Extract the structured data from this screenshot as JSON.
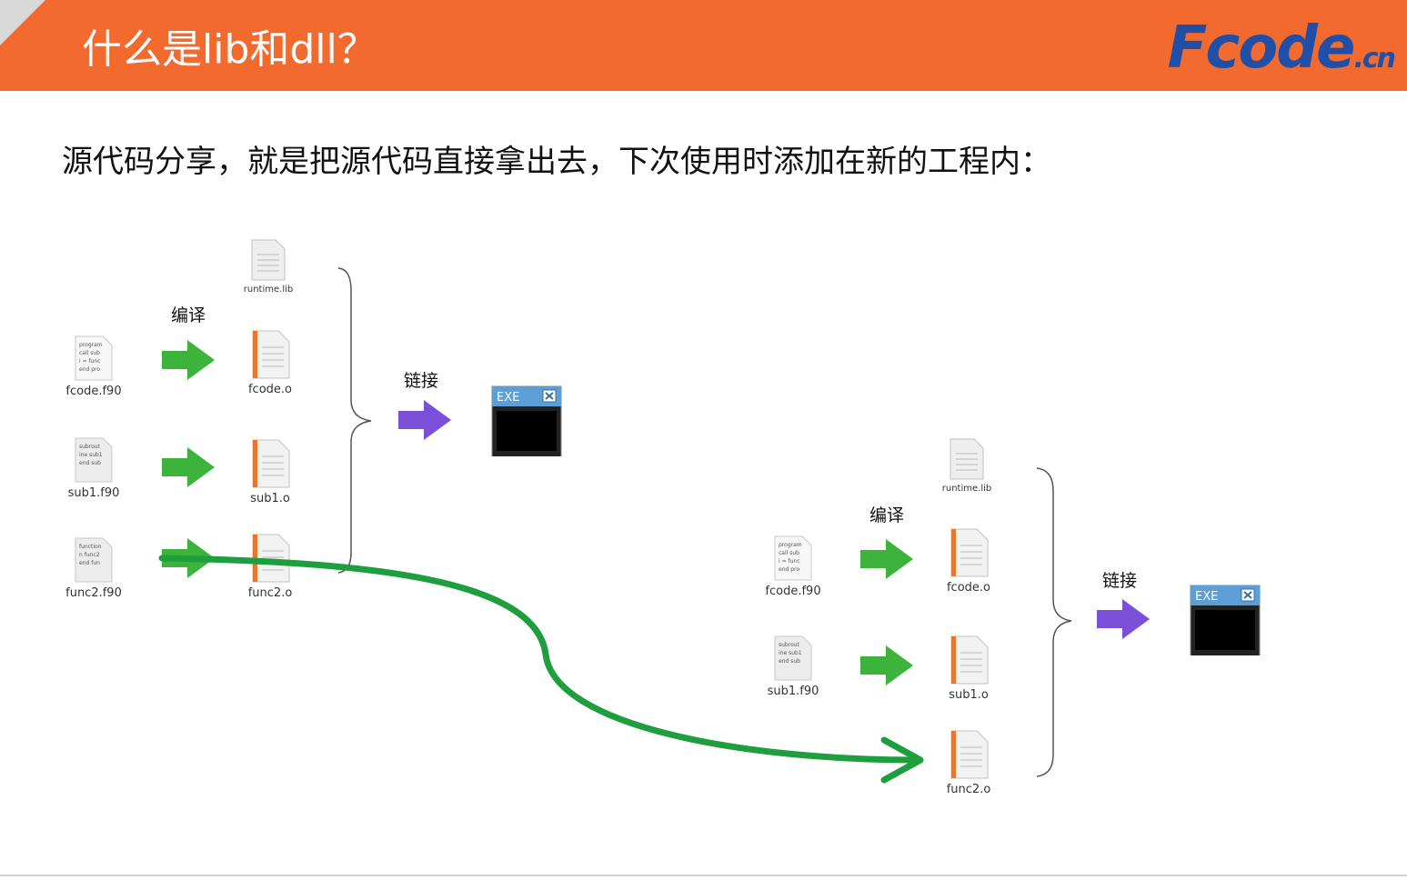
{
  "header": {
    "title": "什么是lib和dll？",
    "logo_main": "Fcode",
    "logo_suffix": ".cn"
  },
  "subtitle": "源代码分享，就是把源代码直接拿出去，下次使用时添加在新的工程内：",
  "diagram_left": {
    "compile_label": "编译",
    "link_label": "链接",
    "sources": [
      {
        "name": "fcode.f90",
        "lines": [
          "program",
          "call sub",
          "i = func",
          "end pro"
        ]
      },
      {
        "name": "sub1.f90",
        "lines": [
          "subrout",
          "ine sub1",
          "end sub"
        ]
      },
      {
        "name": "func2.f90",
        "lines": [
          "function",
          "n func2",
          "end fun"
        ]
      }
    ],
    "objects": [
      "runtime.lib",
      "fcode.o",
      "sub1.o",
      "func2.o"
    ],
    "exe_label": "EXE"
  },
  "diagram_right": {
    "compile_label": "编译",
    "link_label": "链接",
    "sources": [
      {
        "name": "fcode.f90",
        "lines": [
          "program",
          "call sub",
          "i = func",
          "end pro"
        ]
      },
      {
        "name": "sub1.f90",
        "lines": [
          "subrout",
          "ine sub1",
          "end sub"
        ]
      }
    ],
    "objects": [
      "runtime.lib",
      "fcode.o",
      "sub1.o",
      "func2.o"
    ],
    "exe_label": "EXE"
  },
  "colors": {
    "header": "#f26a2e",
    "compile_arrow": "#3cb43c",
    "link_arrow": "#7b4fd8",
    "move_arrow": "#1e9e3e",
    "logo": "#1f4fa8"
  }
}
